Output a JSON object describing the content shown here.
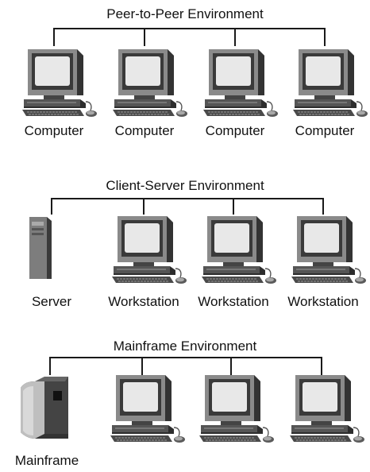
{
  "sections": {
    "peer_to_peer": {
      "title": "Peer-to-Peer Environment",
      "labels": [
        "Computer",
        "Computer",
        "Computer",
        "Computer"
      ]
    },
    "client_server": {
      "title": "Client-Server Environment",
      "server_label": "Server",
      "labels": [
        "Workstation",
        "Workstation",
        "Workstation"
      ]
    },
    "mainframe": {
      "title": "Mainframe Environment",
      "mainframe_label": "Mainframe"
    }
  },
  "icons": {
    "computer": "desktop-computer-icon",
    "server": "tower-server-icon",
    "mainframe": "mainframe-icon"
  },
  "colors": {
    "line": "#1a1a1a",
    "device_dark": "#2b2b2b",
    "device_mid": "#7a7a7a",
    "screen": "#e6e6e6"
  }
}
